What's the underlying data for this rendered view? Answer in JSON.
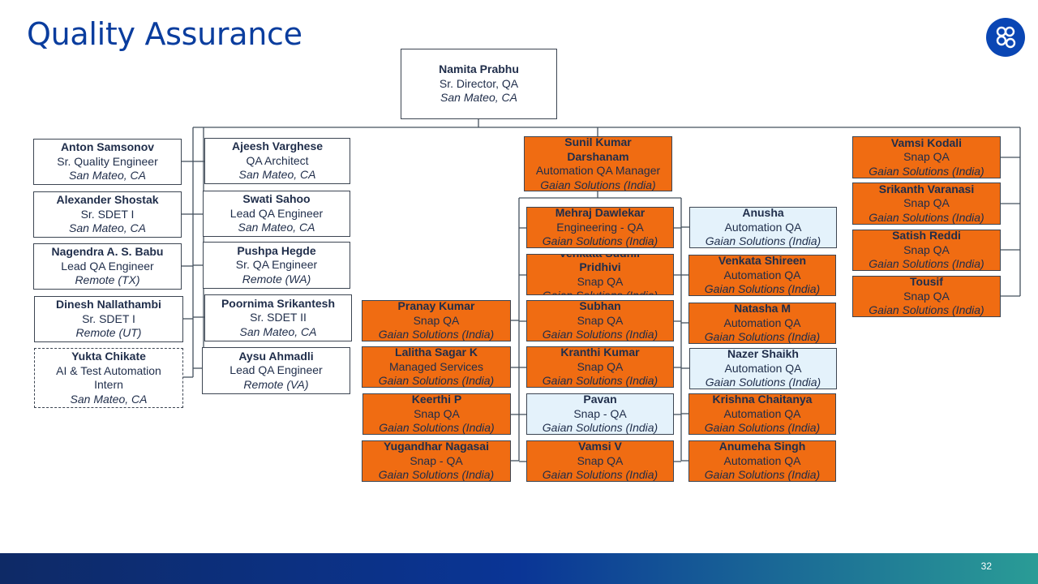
{
  "slide": {
    "title": "Quality Assurance",
    "page_number": "32",
    "logo_icon": "circles-logo-icon"
  },
  "colors": {
    "title": "#0a3d9e",
    "orange_box": "#f06c12",
    "light_box": "#e4f2fb",
    "logo": "#0a46b4"
  },
  "org": {
    "director": {
      "name": "Namita Prabhu",
      "role": "Sr. Director, QA",
      "location": "San Mateo, CA"
    },
    "left_column": [
      {
        "name": "Anton Samsonov",
        "role": "Sr. Quality Engineer",
        "location": "San Mateo, CA"
      },
      {
        "name": "Alexander Shostak",
        "role": "Sr. SDET I",
        "location": "San Mateo, CA"
      },
      {
        "name": "Nagendra A. S. Babu",
        "role": "Lead QA Engineer",
        "location": "Remote (TX)"
      },
      {
        "name": "Dinesh Nallathambi",
        "role": "Sr. SDET I",
        "location": "Remote (UT)"
      },
      {
        "name": "Yukta Chikate",
        "role": "AI & Test Automation Intern",
        "location": "San Mateo, CA"
      }
    ],
    "second_column": [
      {
        "name": "Ajeesh Varghese",
        "role": "QA Architect",
        "location": "San Mateo, CA"
      },
      {
        "name": "Swati Sahoo",
        "role": "Lead QA Engineer",
        "location": "San Mateo, CA"
      },
      {
        "name": "Pushpa Hegde",
        "role": "Sr. QA Engineer",
        "location": "Remote (WA)"
      },
      {
        "name": "Poornima Srikantesh",
        "role": "Sr. SDET II",
        "location": "San Mateo, CA"
      },
      {
        "name": "Aysu Ahmadli",
        "role": "Lead QA Engineer",
        "location": "Remote (VA)"
      }
    ],
    "manager": {
      "name": "Sunil Kumar Darshanam",
      "role": "Automation QA Manager",
      "location": "Gaian Solutions (India)"
    },
    "team_left": [
      {
        "name": "Pranay Kumar",
        "role": "Snap QA",
        "location": "Gaian Solutions (India)"
      },
      {
        "name": "Lalitha Sagar K",
        "role": "Managed Services",
        "location": "Gaian Solutions (India)"
      },
      {
        "name": "Keerthi P",
        "role": "Snap QA",
        "location": "Gaian Solutions (India)"
      },
      {
        "name": "Yugandhar Nagasai",
        "role": "Snap - QA",
        "location": "Gaian Solutions (India)"
      }
    ],
    "team_center": [
      {
        "name": "Mehraj Dawlekar",
        "role": "Engineering - QA",
        "location": "Gaian Solutions (India)"
      },
      {
        "name": "Venkata Sudhir Pridhivi",
        "role": "Snap QA",
        "location": "Gaian Solutions (India)"
      },
      {
        "name": "Subhan",
        "role": "Snap QA",
        "location": "Gaian Solutions (India)"
      },
      {
        "name": "Kranthi Kumar",
        "role": "Snap QA",
        "location": "Gaian Solutions (India)"
      },
      {
        "name": "Pavan",
        "role": "Snap - QA",
        "location": "Gaian Solutions (India)"
      },
      {
        "name": "Vamsi V",
        "role": "Snap QA",
        "location": "Gaian Solutions (India)"
      }
    ],
    "team_right": [
      {
        "name": "Anusha",
        "role": "Automation QA",
        "location": "Gaian Solutions (India)"
      },
      {
        "name": "Venkata Shireen",
        "role": "Automation QA",
        "location": "Gaian Solutions (India)"
      },
      {
        "name": "Natasha M",
        "role": "Automation QA",
        "location": "Gaian Solutions (India)"
      },
      {
        "name": "Nazer Shaikh",
        "role": "Automation QA",
        "location": "Gaian Solutions (India)"
      },
      {
        "name": "Krishna Chaitanya",
        "role": "Automation QA",
        "location": "Gaian Solutions (India)"
      },
      {
        "name": "Anumeha Singh",
        "role": "Automation QA",
        "location": "Gaian Solutions (India)"
      }
    ],
    "far_right": [
      {
        "name": "Vamsi Kodali",
        "role": "Snap QA",
        "location": "Gaian Solutions (India)"
      },
      {
        "name": "Srikanth Varanasi",
        "role": "Snap QA",
        "location": "Gaian Solutions (India)"
      },
      {
        "name": "Satish Reddi",
        "role": "Snap QA",
        "location": "Gaian Solutions (India)"
      },
      {
        "name": "Tousif",
        "role": "Snap QA",
        "location": "Gaian Solutions (India)"
      }
    ]
  }
}
